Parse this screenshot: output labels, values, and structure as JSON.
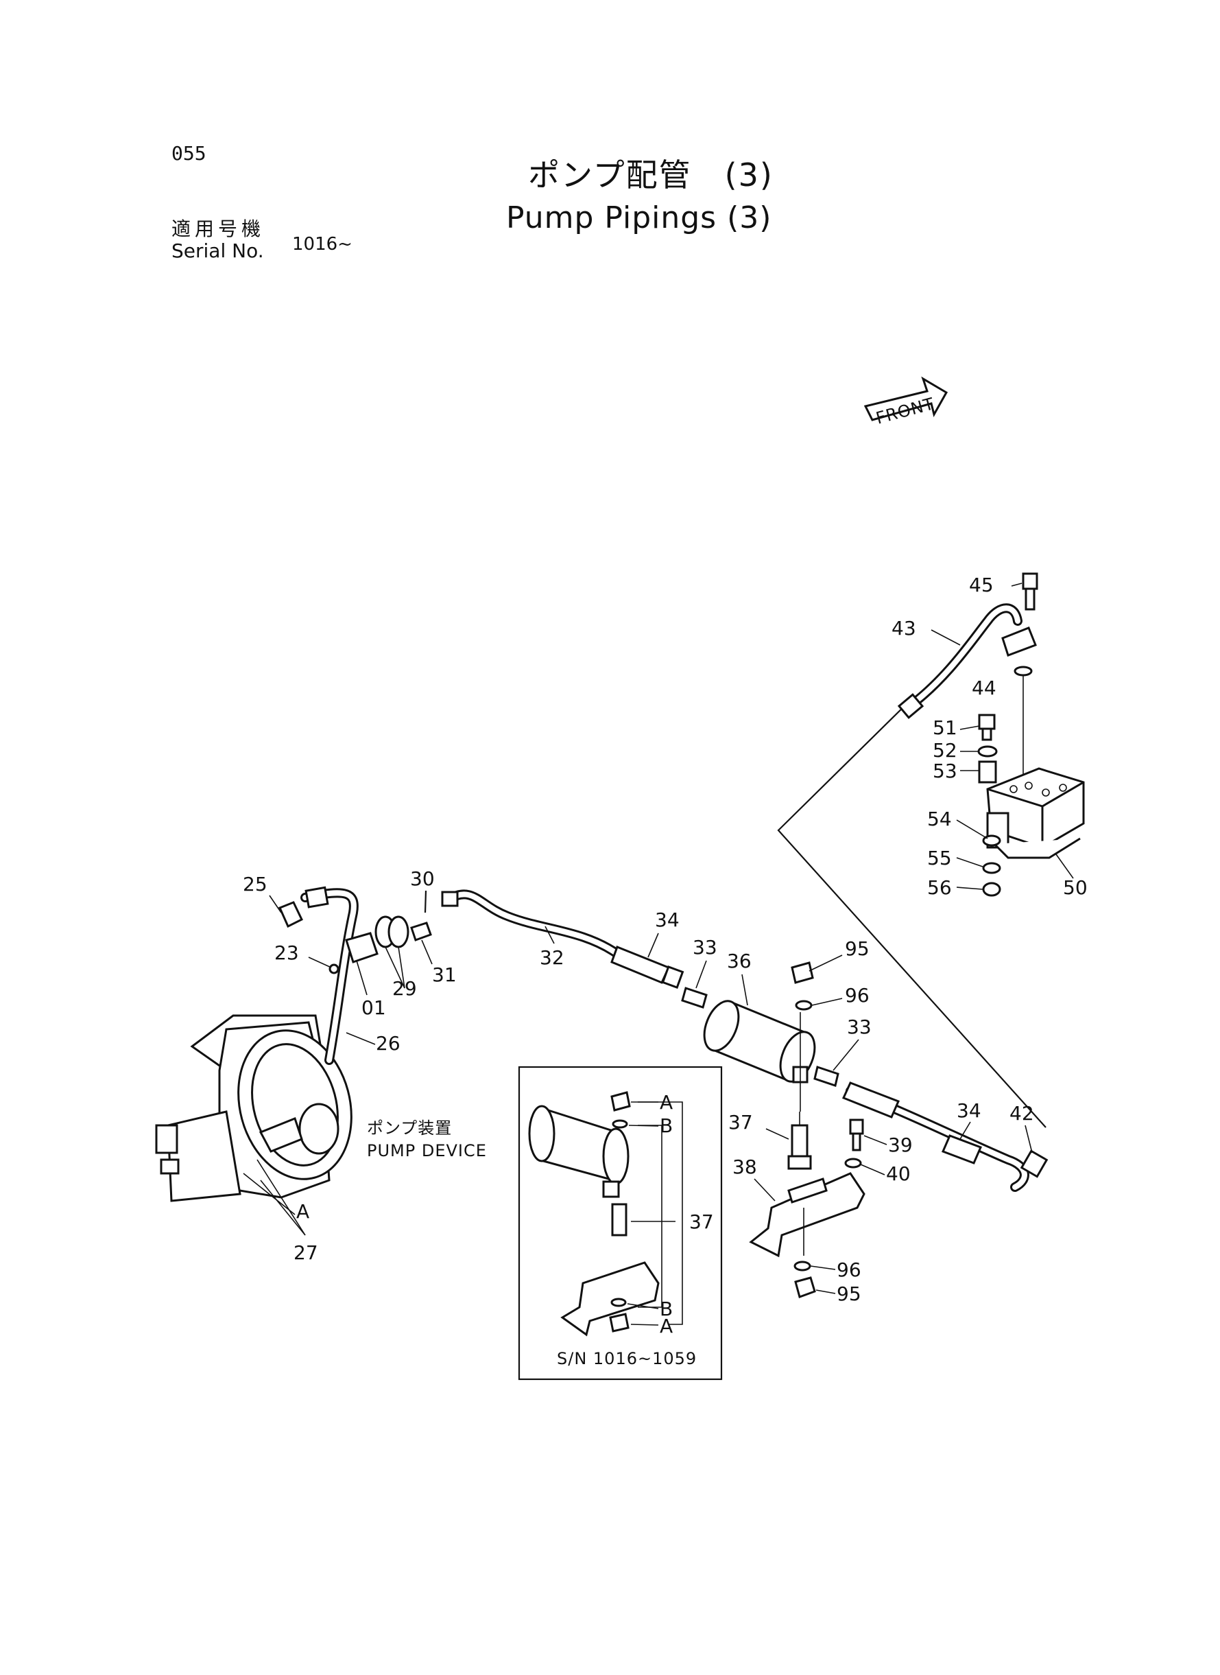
{
  "header": {
    "page_number": "055",
    "title_jp": "ポンプ配管　(3)",
    "title_en": "Pump Pipings (3)",
    "serial_label_jp": "適用号機",
    "serial_label_en": "Serial No.",
    "serial_value": "1016~"
  },
  "front_indicator": "FRONT",
  "device_label": {
    "jp": "ポンプ装置",
    "en": "PUMP DEVICE"
  },
  "inset": {
    "caption": "S/N 1016~1059",
    "labels": [
      "A",
      "B",
      "37",
      "B",
      "A"
    ]
  },
  "part_numbers": [
    "45",
    "43",
    "44",
    "51",
    "52",
    "53",
    "54",
    "55",
    "56",
    "50",
    "30",
    "25",
    "23",
    "01",
    "29",
    "31",
    "32",
    "34",
    "33",
    "36",
    "95",
    "96",
    "33",
    "34",
    "42",
    "37",
    "39",
    "40",
    "38",
    "96",
    "95",
    "26",
    "A",
    "27"
  ]
}
